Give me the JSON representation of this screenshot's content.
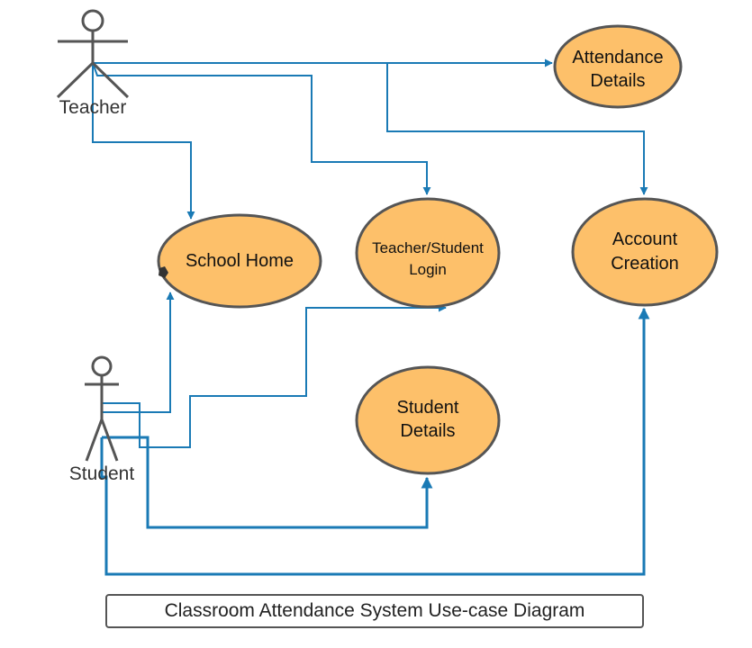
{
  "actors": [
    {
      "id": "teacher",
      "label": "Teacher"
    },
    {
      "id": "student",
      "label": "Student"
    }
  ],
  "use_cases": [
    {
      "id": "attendance",
      "line1": "Attendance",
      "line2": "Details"
    },
    {
      "id": "account",
      "line1": "Account",
      "line2": "Creation"
    },
    {
      "id": "home",
      "line1": "School Home"
    },
    {
      "id": "login",
      "line1": "Teacher/Student",
      "line2": "Login"
    },
    {
      "id": "studentdetails",
      "line1": "Student",
      "line2": "Details"
    }
  ],
  "associations": [
    {
      "from": "teacher",
      "to": "attendance"
    },
    {
      "from": "teacher",
      "to": "account"
    },
    {
      "from": "teacher",
      "to": "home"
    },
    {
      "from": "teacher",
      "to": "login"
    },
    {
      "from": "student",
      "to": "home"
    },
    {
      "from": "student",
      "to": "login"
    },
    {
      "from": "student",
      "to": "studentdetails"
    },
    {
      "from": "student",
      "to": "account"
    }
  ],
  "caption": "Classroom Attendance System Use-case Diagram",
  "colors": {
    "usecase_fill": "#FDC06A",
    "usecase_stroke": "#555555",
    "connector": "#1A7AB5",
    "actor": "#555555"
  }
}
